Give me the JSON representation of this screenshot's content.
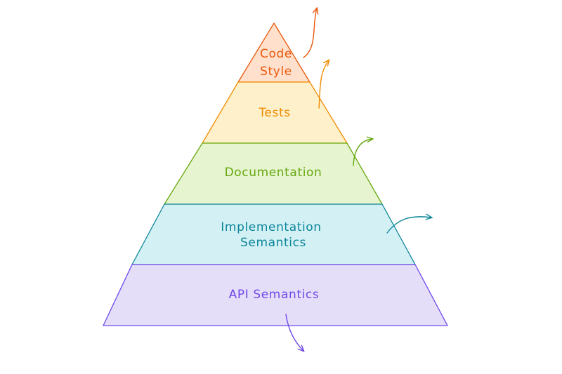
{
  "diagram": {
    "type": "pyramid",
    "levels": [
      {
        "id": "code-style",
        "lines": [
          "Code",
          "Style"
        ],
        "color": "#e8590c",
        "fill": "#ffe0cc"
      },
      {
        "id": "tests",
        "lines": [
          "Tests"
        ],
        "color": "#f08c00",
        "fill": "#fff0cc"
      },
      {
        "id": "documentation",
        "lines": [
          "Documentation"
        ],
        "color": "#66a80f",
        "fill": "#e6f4cf"
      },
      {
        "id": "implementation-semantics",
        "lines": [
          "Implementation",
          "Semantics"
        ],
        "color": "#0c8599",
        "fill": "#d3f1f5"
      },
      {
        "id": "api-semantics",
        "lines": [
          "API Semantics"
        ],
        "color": "#7048e8",
        "fill": "#e5def8"
      }
    ]
  }
}
